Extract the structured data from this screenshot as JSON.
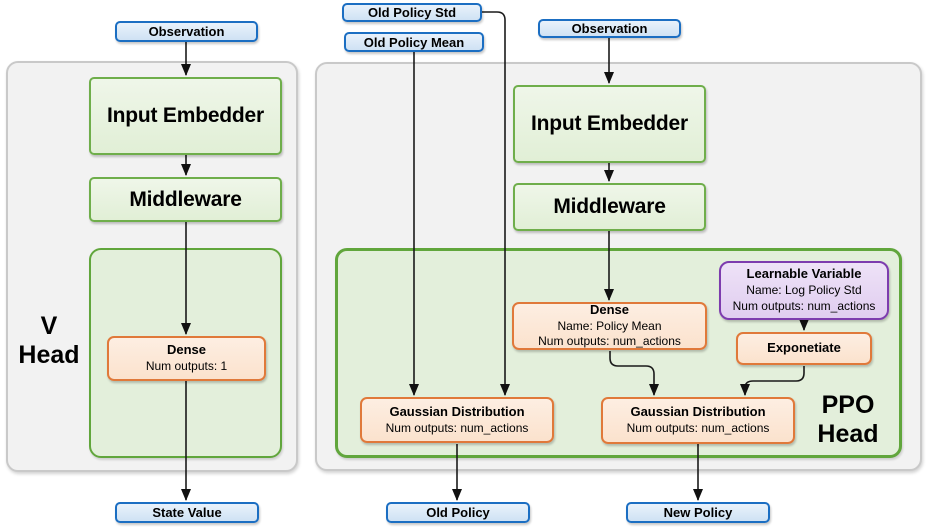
{
  "colors": {
    "blue_border": "#1b6ec2",
    "green_border": "#6fae4b",
    "green_container_border": "#61a63c",
    "green_container_fill": "#e3efdb",
    "orange_border": "#e0793a",
    "purple_border": "#7d3cae",
    "gray_fill": "#f2f2f2",
    "arrow": "#1a1a1a"
  },
  "v_head": {
    "panel_label_line1": "V",
    "panel_label_line2": "Head",
    "observation": "Observation",
    "input_embedder": "Input Embedder",
    "middleware": "Middleware",
    "dense": {
      "title": "Dense",
      "outputs": "Num outputs: 1"
    },
    "output": "State Value"
  },
  "ppo_head": {
    "panel_label_line1": "PPO",
    "panel_label_line2": "Head",
    "inputs": {
      "old_policy_std": "Old Policy Std",
      "old_policy_mean": "Old Policy Mean",
      "observation": "Observation"
    },
    "input_embedder": "Input Embedder",
    "middleware": "Middleware",
    "dense": {
      "title": "Dense",
      "name": "Name: Policy Mean",
      "outputs": "Num outputs: num_actions"
    },
    "learnable_variable": {
      "title": "Learnable Variable",
      "name": "Name: Log Policy Std",
      "outputs": "Num outputs: num_actions"
    },
    "exponetiate": "Exponetiate",
    "gaussian_old": {
      "title": "Gaussian Distribution",
      "outputs": "Num outputs: num_actions"
    },
    "gaussian_new": {
      "title": "Gaussian Distribution",
      "outputs": "Num outputs: num_actions"
    },
    "outputs": {
      "old_policy": "Old Policy",
      "new_policy": "New Policy"
    }
  }
}
